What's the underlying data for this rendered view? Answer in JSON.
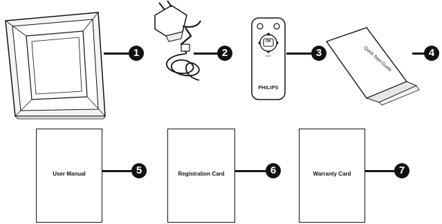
{
  "items": [
    {
      "id": 1,
      "name": "photo frame"
    },
    {
      "id": 2,
      "name": "power adapter"
    },
    {
      "id": 3,
      "name": "remote control",
      "brand": "PHILIPS",
      "center_button": "OK"
    },
    {
      "id": 4,
      "name": "quick start guide",
      "text": "Quick Start Guide"
    },
    {
      "id": 5,
      "name": "user manual",
      "text": "User Manual"
    },
    {
      "id": 6,
      "name": "registration card",
      "text": "Registration Card"
    },
    {
      "id": 7,
      "name": "warranty card",
      "text": "Warranty Card"
    }
  ],
  "colors": {
    "ink": "#111111",
    "paper": "#ffffff",
    "frame_face": "#f4f4f4"
  }
}
